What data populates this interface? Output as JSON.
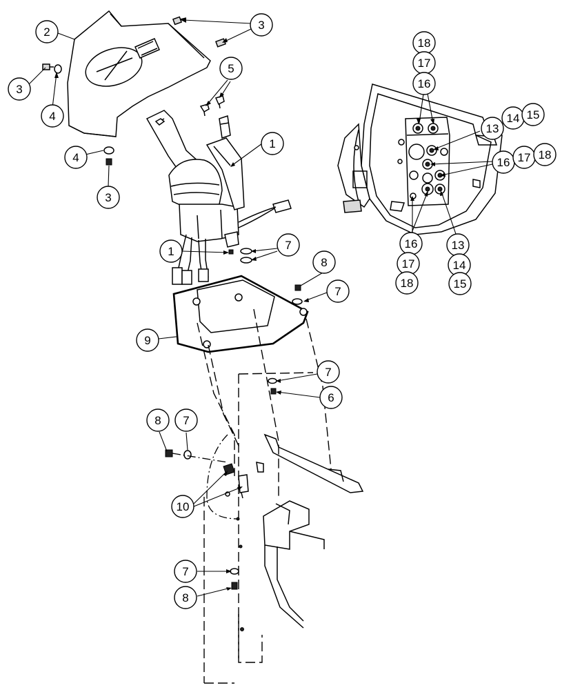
{
  "diagram": {
    "callouts": [
      {
        "id": "c-2",
        "label": "2"
      },
      {
        "id": "c-3a",
        "label": "3"
      },
      {
        "id": "c-3b",
        "label": "3"
      },
      {
        "id": "c-4a",
        "label": "4"
      },
      {
        "id": "c-4b",
        "label": "4"
      },
      {
        "id": "c-3c",
        "label": "3"
      },
      {
        "id": "c-5",
        "label": "5"
      },
      {
        "id": "c-1a",
        "label": "1"
      },
      {
        "id": "c-1b",
        "label": "1"
      },
      {
        "id": "c-7a",
        "label": "7"
      },
      {
        "id": "c-8a",
        "label": "8"
      },
      {
        "id": "c-7b",
        "label": "7"
      },
      {
        "id": "c-9",
        "label": "9"
      },
      {
        "id": "c-7c",
        "label": "7"
      },
      {
        "id": "c-6",
        "label": "6"
      },
      {
        "id": "c-8b",
        "label": "8"
      },
      {
        "id": "c-7d",
        "label": "7"
      },
      {
        "id": "c-10",
        "label": "10"
      },
      {
        "id": "c-7e",
        "label": "7"
      },
      {
        "id": "c-8c",
        "label": "8"
      },
      {
        "id": "c-18a",
        "label": "18"
      },
      {
        "id": "c-17a",
        "label": "17"
      },
      {
        "id": "c-16a",
        "label": "16"
      },
      {
        "id": "c-13a",
        "label": "13"
      },
      {
        "id": "c-14a",
        "label": "14"
      },
      {
        "id": "c-15a",
        "label": "15"
      },
      {
        "id": "c-16b",
        "label": "16"
      },
      {
        "id": "c-17b",
        "label": "17"
      },
      {
        "id": "c-18b",
        "label": "18"
      },
      {
        "id": "c-16c",
        "label": "16"
      },
      {
        "id": "c-17c",
        "label": "17"
      },
      {
        "id": "c-18c",
        "label": "18"
      },
      {
        "id": "c-13b",
        "label": "13"
      },
      {
        "id": "c-14b",
        "label": "14"
      },
      {
        "id": "c-15b",
        "label": "15"
      }
    ]
  }
}
